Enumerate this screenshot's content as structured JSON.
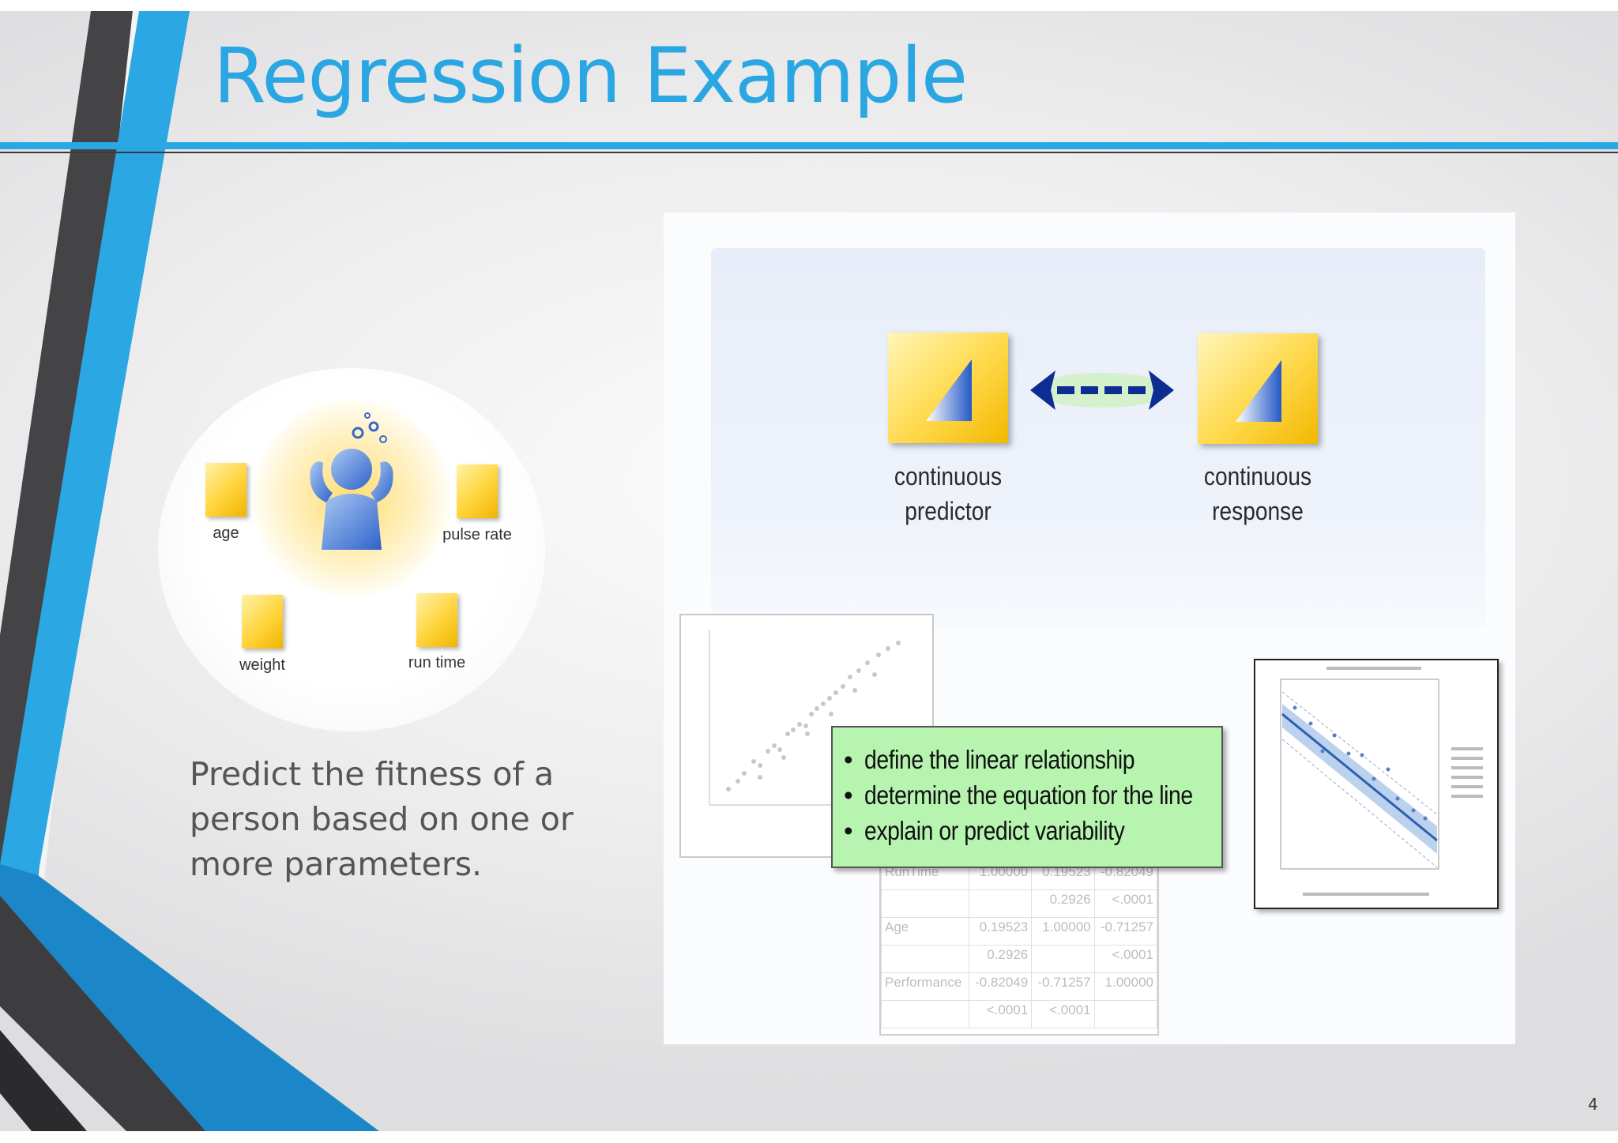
{
  "slide": {
    "title": "Regression Example",
    "body_text": "Predict the fitness of a person based on one or more parameters.",
    "page_number": "4"
  },
  "fitness_graphic": {
    "labels": [
      "age",
      "pulse rate",
      "weight",
      "run time"
    ]
  },
  "regression_diagram": {
    "predictor_caption": [
      "continuous",
      "predictor"
    ],
    "response_caption": [
      "continuous",
      "response"
    ],
    "bullets": [
      "define the linear relationship",
      "determine the equation for the line",
      "explain or predict variability"
    ],
    "correlation_table": {
      "rows": [
        {
          "label": "RunTime",
          "values": [
            "1.00000",
            "0.19523",
            "-0.82049"
          ],
          "pvalues": [
            "",
            "0.2926",
            "<.0001"
          ]
        },
        {
          "label": "Age",
          "values": [
            "0.19523",
            "1.00000",
            "-0.71257"
          ],
          "pvalues": [
            "0.2926",
            "",
            "<.0001"
          ]
        },
        {
          "label": "Performance",
          "values": [
            "-0.82049",
            "-0.71257",
            "1.00000"
          ],
          "pvalues": [
            "<.0001",
            "<.0001",
            ""
          ]
        }
      ]
    }
  },
  "colors": {
    "accent_blue": "#2aa6e2",
    "dark_stripe": "#3d3d40",
    "bullet_box_green": "#b6f4b0",
    "box_yellow": "#ffd43b"
  }
}
